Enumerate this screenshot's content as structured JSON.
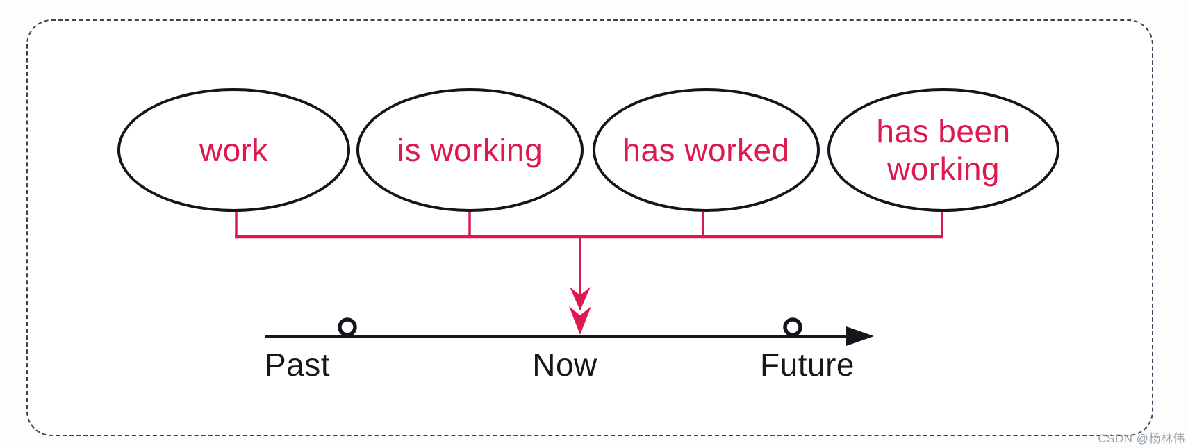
{
  "diagram": {
    "ellipses": [
      {
        "label": "work"
      },
      {
        "label": "is working"
      },
      {
        "label": "has worked"
      },
      {
        "label": "has been working"
      }
    ],
    "timeline": {
      "past": "Past",
      "now": "Now",
      "future": "Future"
    },
    "colors": {
      "accent_red": "#dc1a4e",
      "ink_black": "#14141c",
      "frame_border": "#3b4156",
      "watermark_gray": "#99a1ae"
    }
  },
  "watermark": "CSDN @杨林伟"
}
